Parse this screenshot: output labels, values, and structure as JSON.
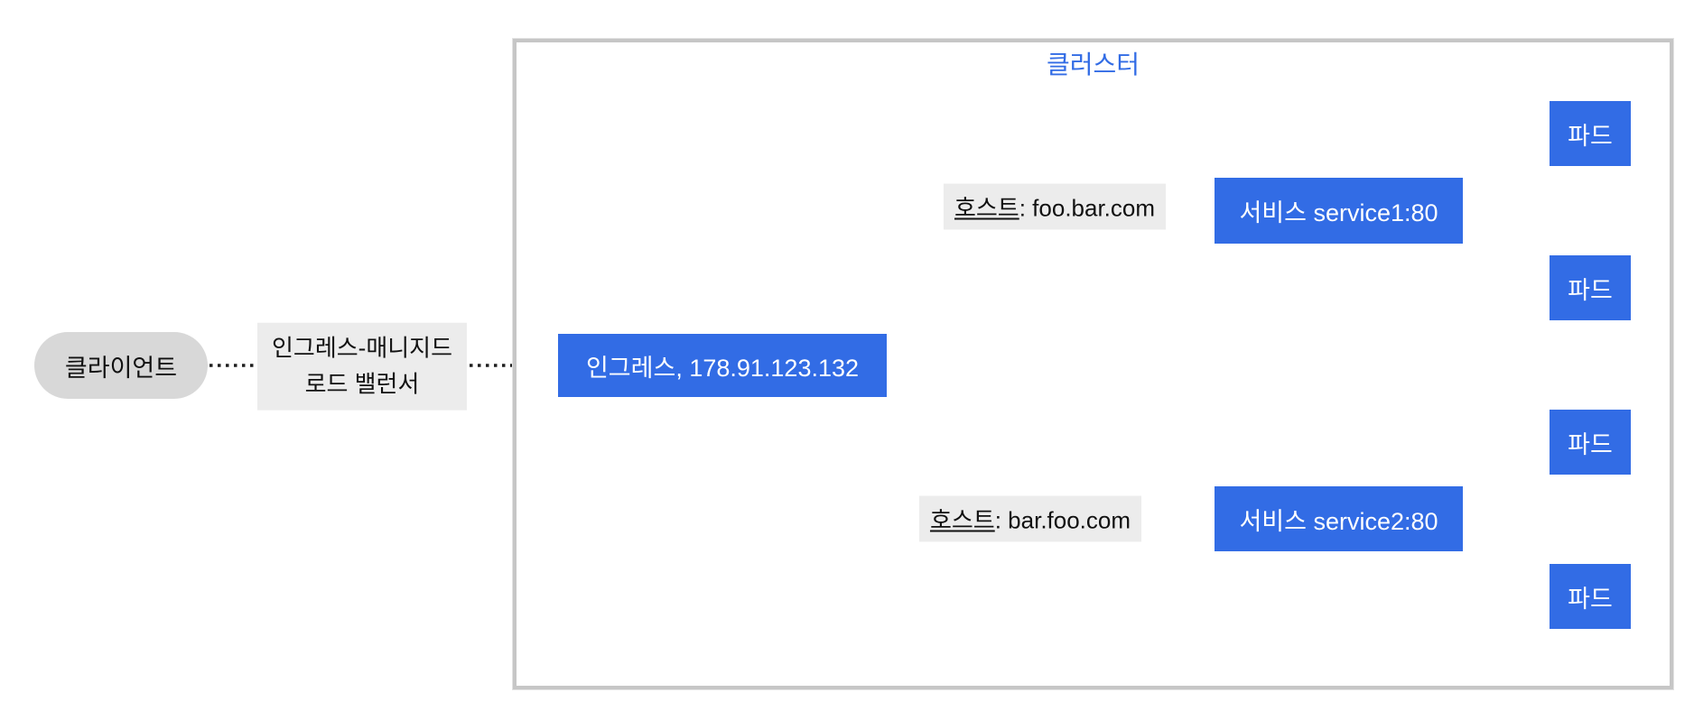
{
  "client": {
    "label": "클라이언트"
  },
  "lb": {
    "line1": "인그레스-매니지드",
    "line2": "로드 밸런서"
  },
  "cluster": {
    "label": "클러스터"
  },
  "ingress": {
    "label": "인그레스, 178.91.123.132"
  },
  "routes": [
    {
      "host_word": "호스트",
      "host_rest": ": foo.bar.com",
      "service_label": "서비스 service1:80",
      "pods": [
        "파드",
        "파드"
      ]
    },
    {
      "host_word": "호스트",
      "host_rest": ": bar.foo.com",
      "service_label": "서비스 service2:80",
      "pods": [
        "파드",
        "파드"
      ]
    }
  ],
  "colors": {
    "k8s_blue": "#326ce5",
    "cluster_border": "#c6c6c6",
    "cluster_label_text": "#326ce5",
    "client_fill": "#d8d8d8",
    "edge_label_bg": "#ececec",
    "arrow": "#1f1f1f",
    "node_text": "#ffffff"
  }
}
